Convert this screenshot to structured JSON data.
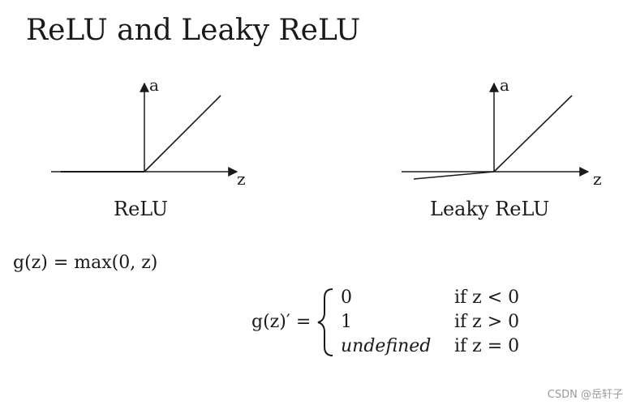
{
  "title": "ReLU and Leaky ReLU",
  "diagrams": [
    {
      "caption": "ReLU",
      "y_axis_label": "a",
      "x_axis_label": "z"
    },
    {
      "caption": "Leaky ReLU",
      "y_axis_label": "a",
      "x_axis_label": "z"
    }
  ],
  "formula": {
    "g_def": "g(z) = max(0, z)",
    "derivative_lhs": "g(z)′ =",
    "cases": [
      {
        "value": "0",
        "condition": "if z < 0"
      },
      {
        "value": "1",
        "condition": "if z > 0"
      },
      {
        "value": "undefined",
        "condition": "if z = 0"
      }
    ]
  },
  "watermark": "CSDN @岳轩子"
}
